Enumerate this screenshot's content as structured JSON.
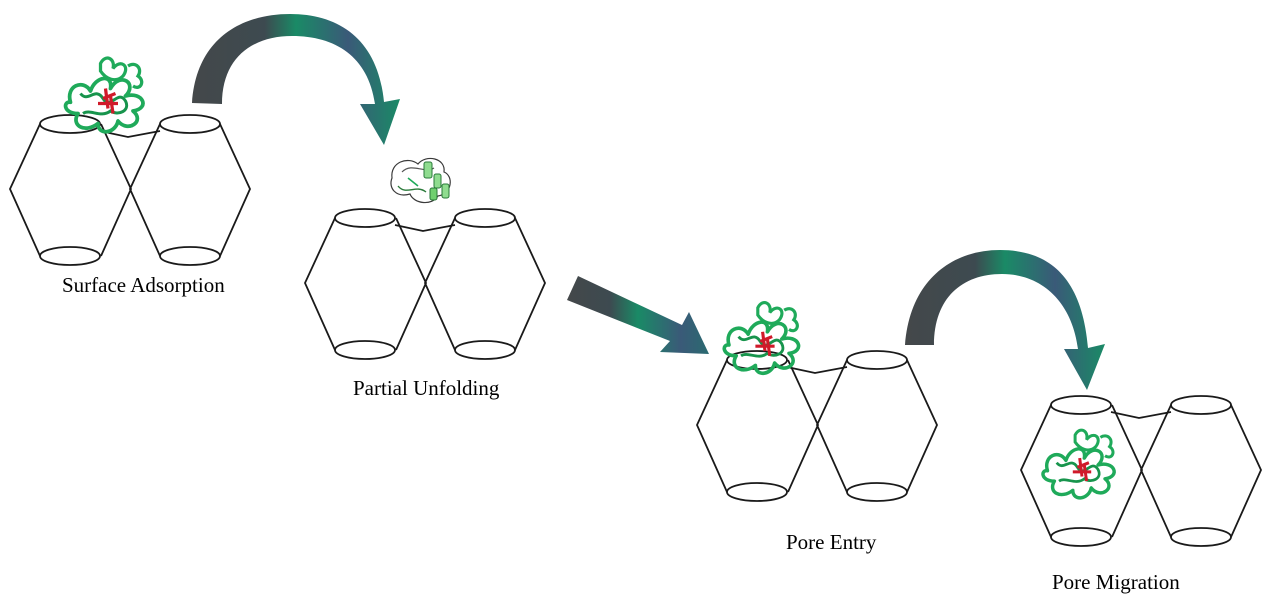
{
  "stages": [
    {
      "id": "surface",
      "label": "Surface Adsorption"
    },
    {
      "id": "partial",
      "label": "Partial Unfolding"
    },
    {
      "id": "entry",
      "label": "Pore Entry"
    },
    {
      "id": "migration",
      "label": "Pore Migration"
    }
  ],
  "colors": {
    "pore_line": "#1a1a1a",
    "protein_green": "#1faa5a",
    "protein_light_green": "#8fdc8f",
    "protein_core_red": "#d01a2a",
    "arrow_dark": "#44484a",
    "arrow_teal": "#1a8a66",
    "arrow_blue": "#3a5a78"
  },
  "icons": [
    "curved-arrow-icon",
    "straight-arrow-icon",
    "unfolded-protein-icon",
    "folded-protein-icon",
    "double-cone-pore-icon"
  ]
}
